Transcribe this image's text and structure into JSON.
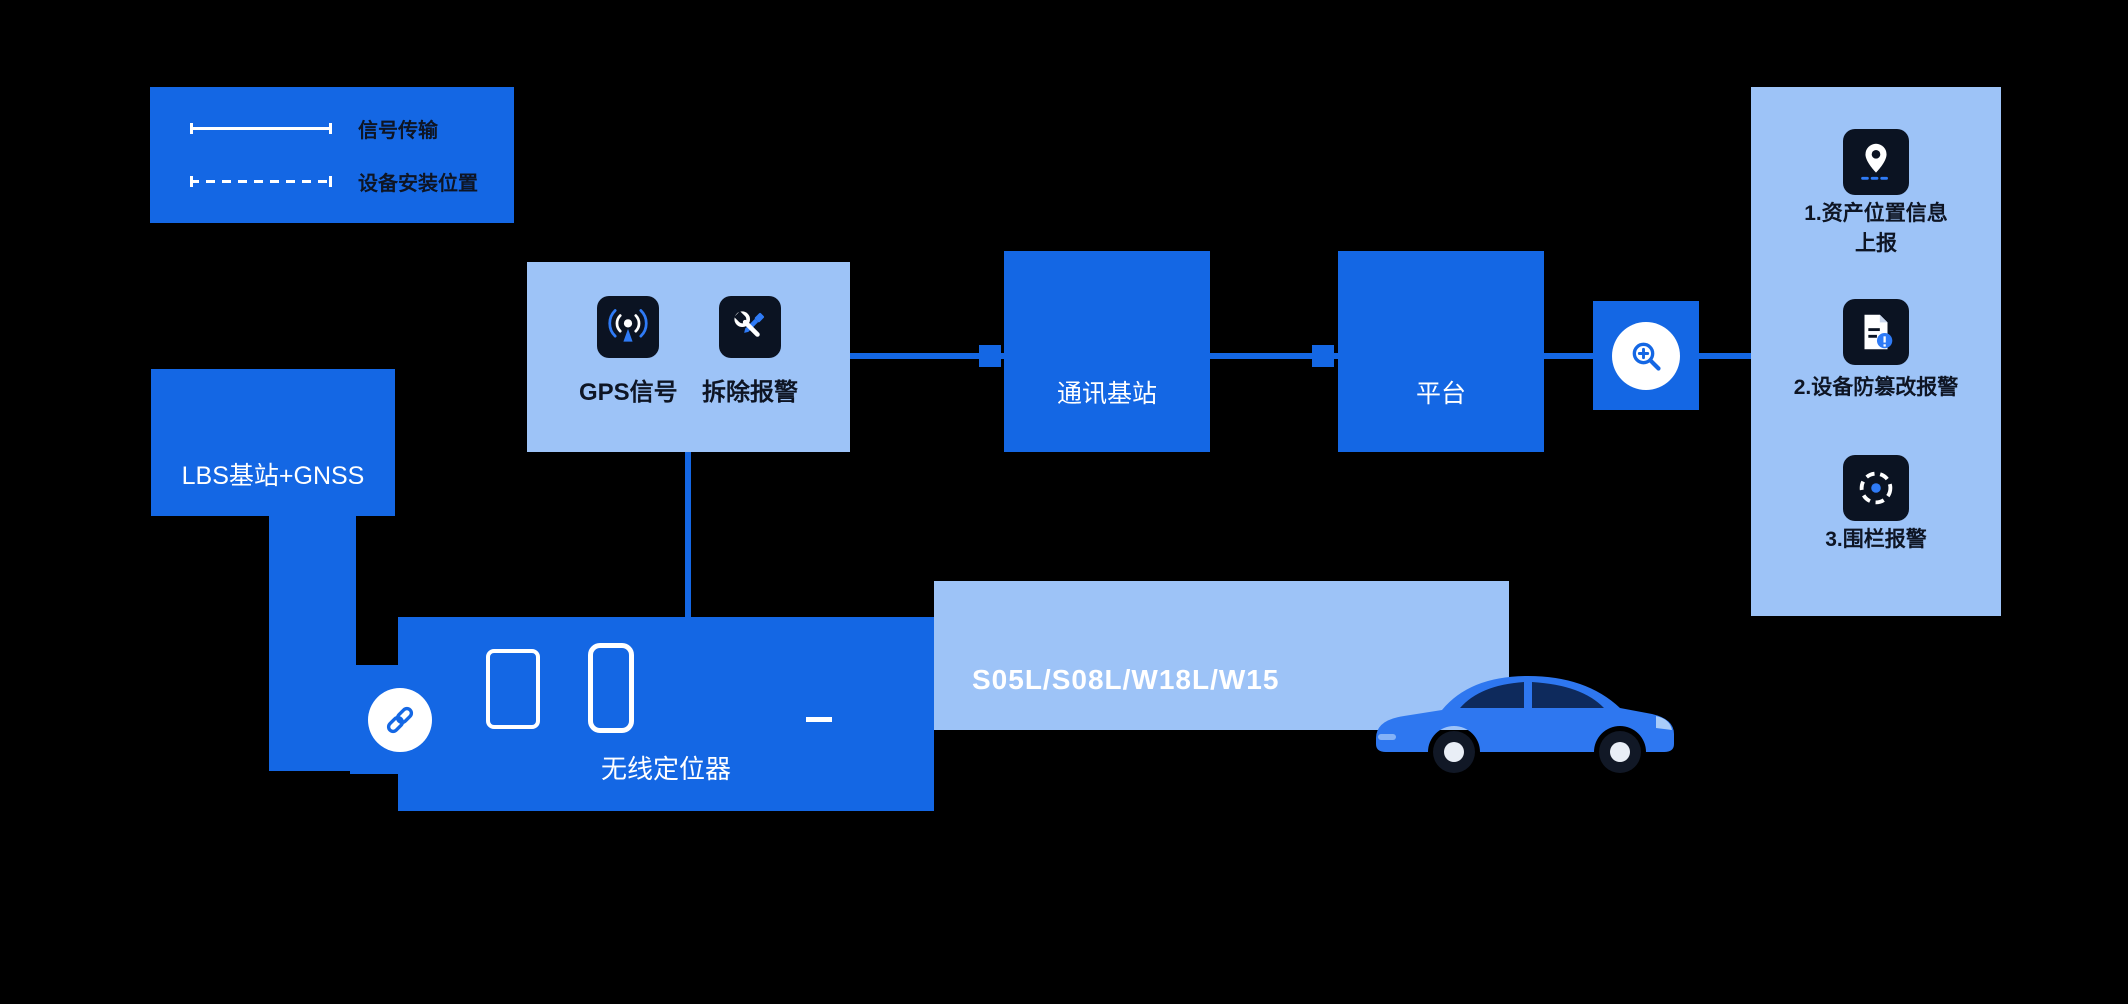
{
  "colors": {
    "background": "#000000",
    "primary_blue": "#1467E4",
    "light_blue": "#9DC3F7",
    "icon_dark": "#0B1322",
    "accent_blue": "#2F7BF6"
  },
  "legend": {
    "items": [
      {
        "style": "solid-line",
        "label": "信号传输"
      },
      {
        "style": "dashed-line",
        "label": "设备安装位置"
      }
    ]
  },
  "nodes": {
    "lbs": {
      "label": "LBS基站+GNSS"
    },
    "sensors": [
      {
        "icon": "broadcast-icon",
        "label": "GPS信号"
      },
      {
        "icon": "tools-icon",
        "label": "拆除报警"
      }
    ],
    "base_station": {
      "label": "通讯基站"
    },
    "platform": {
      "label": "平台"
    },
    "locator": {
      "label": "无线定位器"
    },
    "models": {
      "label": "S05L/S08L/W18L/W15"
    }
  },
  "outputs": [
    {
      "icon": "location-pin-icon",
      "label": "1.资产位置信息上报"
    },
    {
      "icon": "document-alert-icon",
      "label": "2.设备防篡改报警"
    },
    {
      "icon": "geofence-icon",
      "label": "3.围栏报警"
    }
  ]
}
